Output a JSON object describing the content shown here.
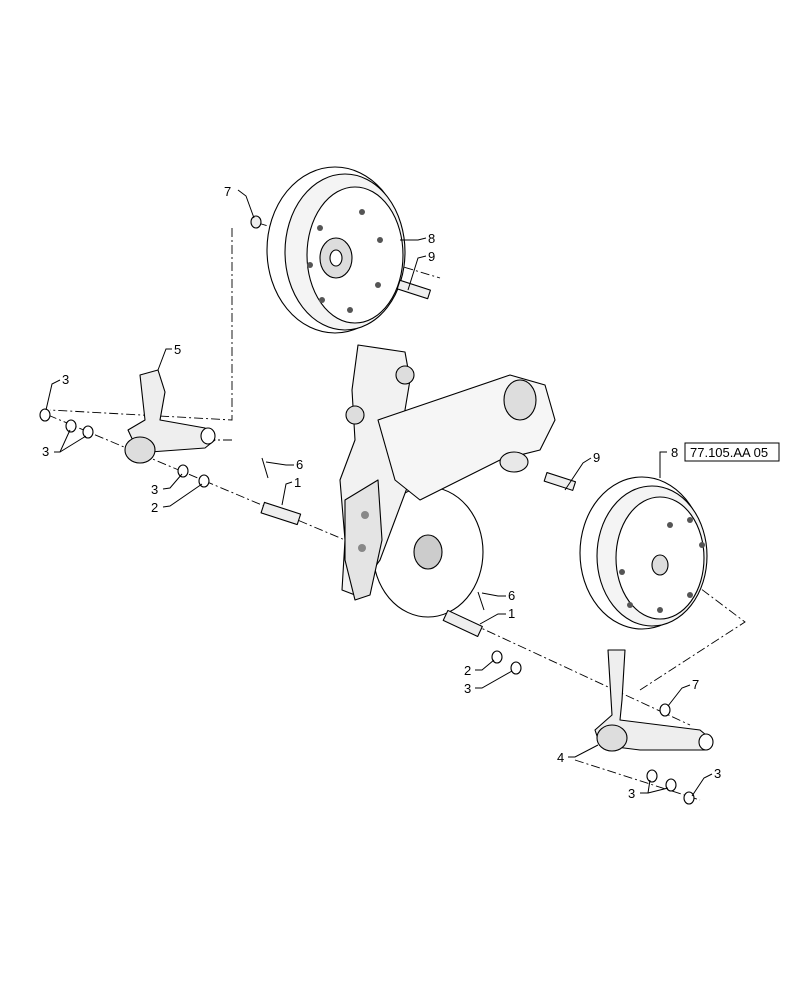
{
  "figure": {
    "reference_code": "77.105.AA 05",
    "callouts": [
      {
        "id": "c7a",
        "label": "7"
      },
      {
        "id": "c8a",
        "label": "8"
      },
      {
        "id": "c9a",
        "label": "9"
      },
      {
        "id": "c5",
        "label": "5"
      },
      {
        "id": "c3a",
        "label": "3"
      },
      {
        "id": "c3b",
        "label": "3"
      },
      {
        "id": "c3c",
        "label": "3"
      },
      {
        "id": "c2a",
        "label": "2"
      },
      {
        "id": "c6a",
        "label": "6"
      },
      {
        "id": "c1a",
        "label": "1"
      },
      {
        "id": "c9b",
        "label": "9"
      },
      {
        "id": "c8b",
        "label": "8"
      },
      {
        "id": "c6b",
        "label": "6"
      },
      {
        "id": "c1b",
        "label": "1"
      },
      {
        "id": "c2b",
        "label": "2"
      },
      {
        "id": "c3d",
        "label": "3"
      },
      {
        "id": "c7b",
        "label": "7"
      },
      {
        "id": "c4",
        "label": "4"
      },
      {
        "id": "c3e",
        "label": "3"
      },
      {
        "id": "c3f",
        "label": "3"
      }
    ]
  }
}
